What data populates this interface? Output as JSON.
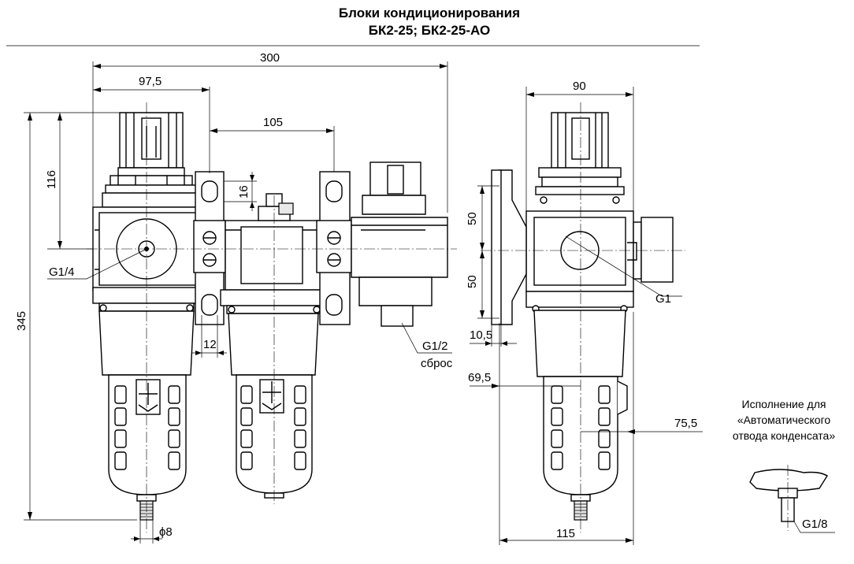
{
  "title": {
    "line1": "Блоки кондиционирования",
    "line2": "БК2-25; БК2-25-АО"
  },
  "dimensions": {
    "d300": "300",
    "d97_5": "97,5",
    "d105": "105",
    "d116": "116",
    "d16": "16",
    "d345": "345",
    "d12": "12",
    "g1_4": "G1/4",
    "g1_2": "G1/2",
    "sbros": "сброс",
    "phi8": "ϕ8",
    "d90": "90",
    "d50a": "50",
    "d50b": "50",
    "g1": "G1",
    "d10_5": "10,5",
    "d69_5": "69,5",
    "d75_5": "75,5",
    "d115": "115",
    "g1_8": "G1/8"
  },
  "note": {
    "line1": "Исполнение для",
    "line2": "«Автоматического",
    "line3": "отвода конденсата»"
  }
}
